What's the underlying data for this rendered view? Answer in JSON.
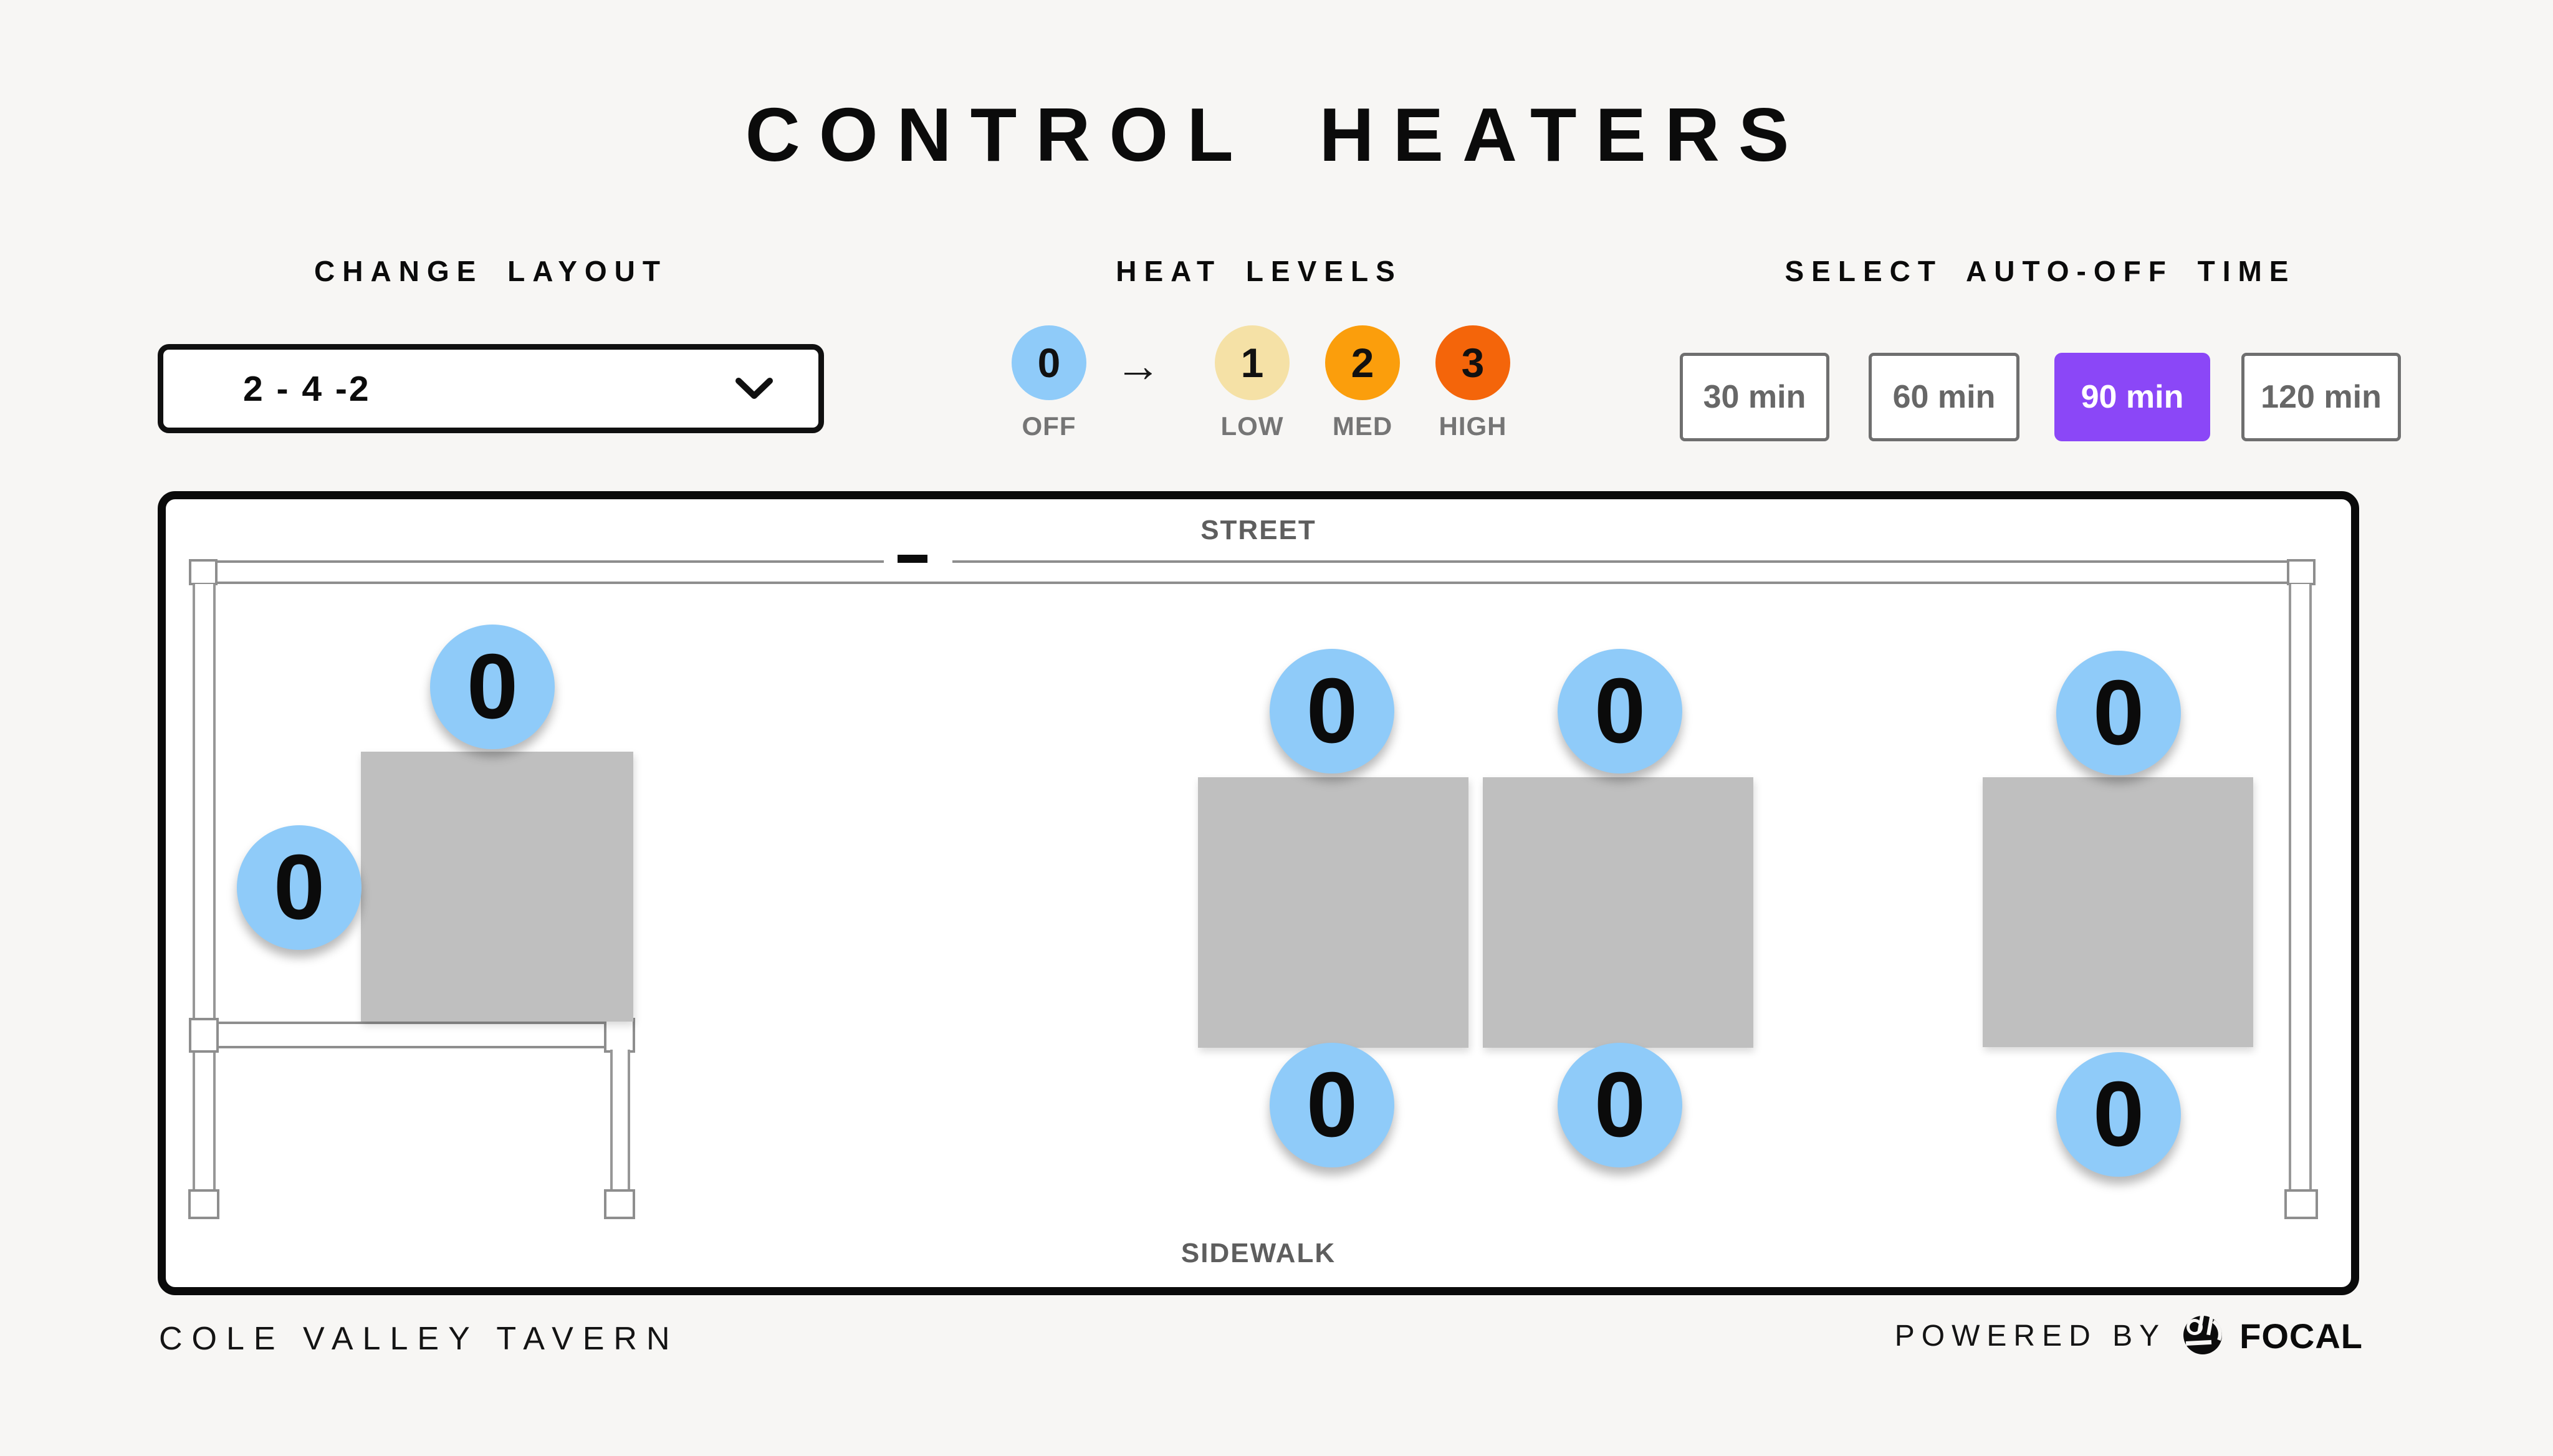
{
  "title": "CONTROL HEATERS",
  "sections": {
    "layout": {
      "heading": "CHANGE LAYOUT",
      "dropdown_value": "2 - 4 -2"
    },
    "heat": {
      "heading": "HEAT LEVELS",
      "arrow": "→",
      "items": [
        {
          "value": "0",
          "label": "OFF",
          "color": "#8FCBF9"
        },
        {
          "value": "1",
          "label": "LOW",
          "color": "#F5E1A6"
        },
        {
          "value": "2",
          "label": "MED",
          "color": "#FB9E0C"
        },
        {
          "value": "3",
          "label": "HIGH",
          "color": "#F4650A"
        }
      ]
    },
    "auto_off": {
      "heading": "SELECT AUTO-OFF TIME",
      "options": [
        {
          "label": "30 min",
          "selected": false
        },
        {
          "label": "60 min",
          "selected": false
        },
        {
          "label": "90 min",
          "selected": true
        },
        {
          "label": "120 min",
          "selected": false
        }
      ],
      "selected_color": "#8B47F7"
    }
  },
  "board": {
    "street_label": "STREET",
    "sidewalk_label": "SIDEWALK",
    "table_color": "#BFBFBF",
    "heater_color": "#8FCBF9",
    "heaters": [
      {
        "id": "table-1-top",
        "value": "0"
      },
      {
        "id": "table-1-left",
        "value": "0"
      },
      {
        "id": "table-2-top",
        "value": "0"
      },
      {
        "id": "table-3-top",
        "value": "0"
      },
      {
        "id": "table-4-top",
        "value": "0"
      },
      {
        "id": "table-2-bottom",
        "value": "0"
      },
      {
        "id": "table-3-bottom",
        "value": "0"
      },
      {
        "id": "table-4-bottom",
        "value": "0"
      }
    ]
  },
  "footer": {
    "venue": "COLE VALLEY TAVERN",
    "powered_by": "POWERED BY",
    "brand": "FOCAL"
  }
}
